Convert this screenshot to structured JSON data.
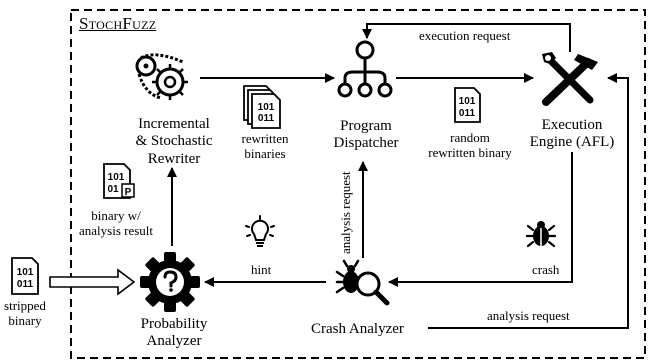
{
  "system_title": "StochFuzz",
  "components": {
    "rewriter": [
      "Incremental",
      "& Stochastic",
      "Rewriter"
    ],
    "dispatcher": [
      "Program",
      "Dispatcher"
    ],
    "engine": [
      "Execution",
      "Engine (AFL)"
    ],
    "analyzer": [
      "Probability",
      "Analyzer"
    ],
    "crash_analyzer": "Crash Analyzer"
  },
  "artifacts": {
    "rewritten_binaries": [
      "rewritten",
      "binaries"
    ],
    "random_rewritten": [
      "random",
      "rewritten binary"
    ],
    "binary_w_analysis": [
      "binary w/",
      "analysis result"
    ],
    "stripped_binary": [
      "stripped",
      "binary"
    ],
    "file_code": [
      "101",
      "011"
    ]
  },
  "edges": {
    "execution_request": "execution request",
    "analysis_request_vertical": "analysis request",
    "analysis_request_bottom": "analysis request",
    "crash": "crash",
    "hint": "hint"
  },
  "icons": [
    "gears-belt-icon",
    "hub-icon",
    "tools-icon",
    "question-gear-icon",
    "bug-magnifier-icon",
    "bug-icon",
    "lightbulb-icon",
    "binary-file-icon",
    "binary-files-stack-icon",
    "binary-file-p-icon"
  ]
}
